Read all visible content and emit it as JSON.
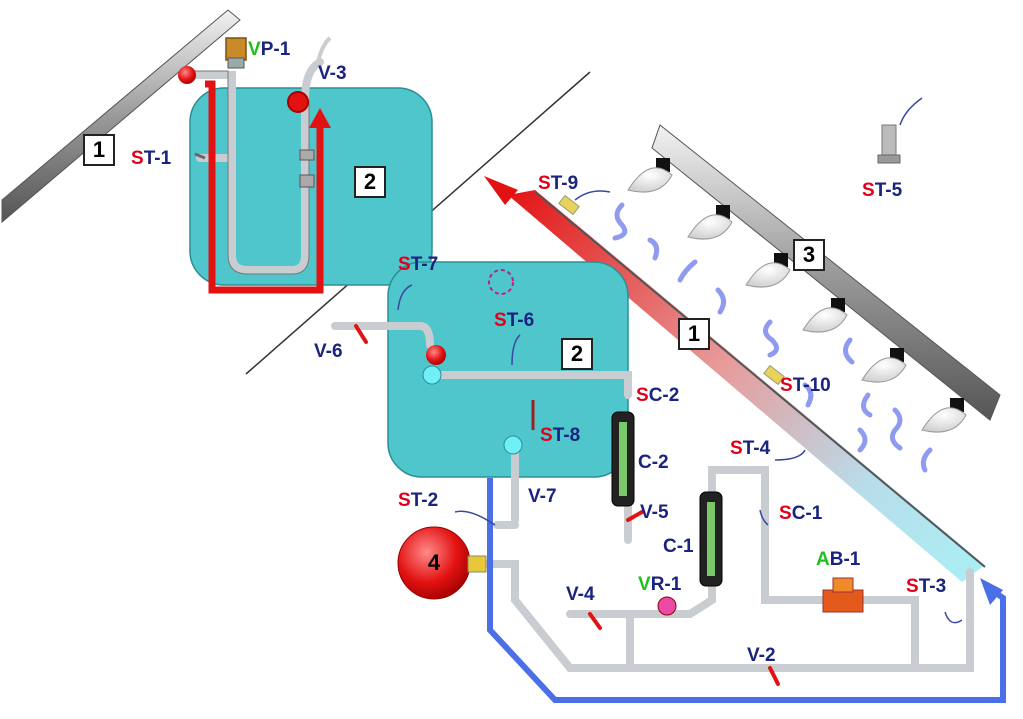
{
  "colors": {
    "tank": "#4fc6cc",
    "hot": "#e31212",
    "cold": "#4a6fe6",
    "pipe": "#c9cdd2",
    "label": "#1a237e",
    "prefix_red": "#e0001b",
    "prefix_green": "#1fbf1f"
  },
  "areas": {
    "a1": "1",
    "a2": "2",
    "a3": "3",
    "a4": "4",
    "b1": "1",
    "b2": "2"
  },
  "labels": {
    "vp1": {
      "p": "V",
      "r": "P-1"
    },
    "v3": {
      "p": "",
      "r": "V-3"
    },
    "st1": {
      "p": "S",
      "r": "T-1"
    },
    "st7": {
      "p": "S",
      "r": "T-7"
    },
    "v6": {
      "p": "",
      "r": "V-6"
    },
    "st6": {
      "p": "S",
      "r": "T-6"
    },
    "st9": {
      "p": "S",
      "r": "T-9"
    },
    "st5": {
      "p": "S",
      "r": "T-5"
    },
    "st10": {
      "p": "S",
      "r": "T-10"
    },
    "sc2": {
      "p": "S",
      "r": "C-2"
    },
    "st8": {
      "p": "S",
      "r": "T-8"
    },
    "c2": {
      "p": "",
      "r": "C-2"
    },
    "st4": {
      "p": "S",
      "r": "T-4"
    },
    "st2": {
      "p": "S",
      "r": "T-2"
    },
    "v7": {
      "p": "",
      "r": "V-7"
    },
    "v5": {
      "p": "",
      "r": "V-5"
    },
    "sc1": {
      "p": "S",
      "r": "C-1"
    },
    "c1": {
      "p": "",
      "r": "C-1"
    },
    "ab1": {
      "p": "A",
      "r": "B-1"
    },
    "v4": {
      "p": "",
      "r": "V-4"
    },
    "vr1": {
      "p": "V",
      "r": "R-1"
    },
    "st3": {
      "p": "S",
      "r": "T-3"
    },
    "v2": {
      "p": "",
      "r": "V-2"
    }
  }
}
